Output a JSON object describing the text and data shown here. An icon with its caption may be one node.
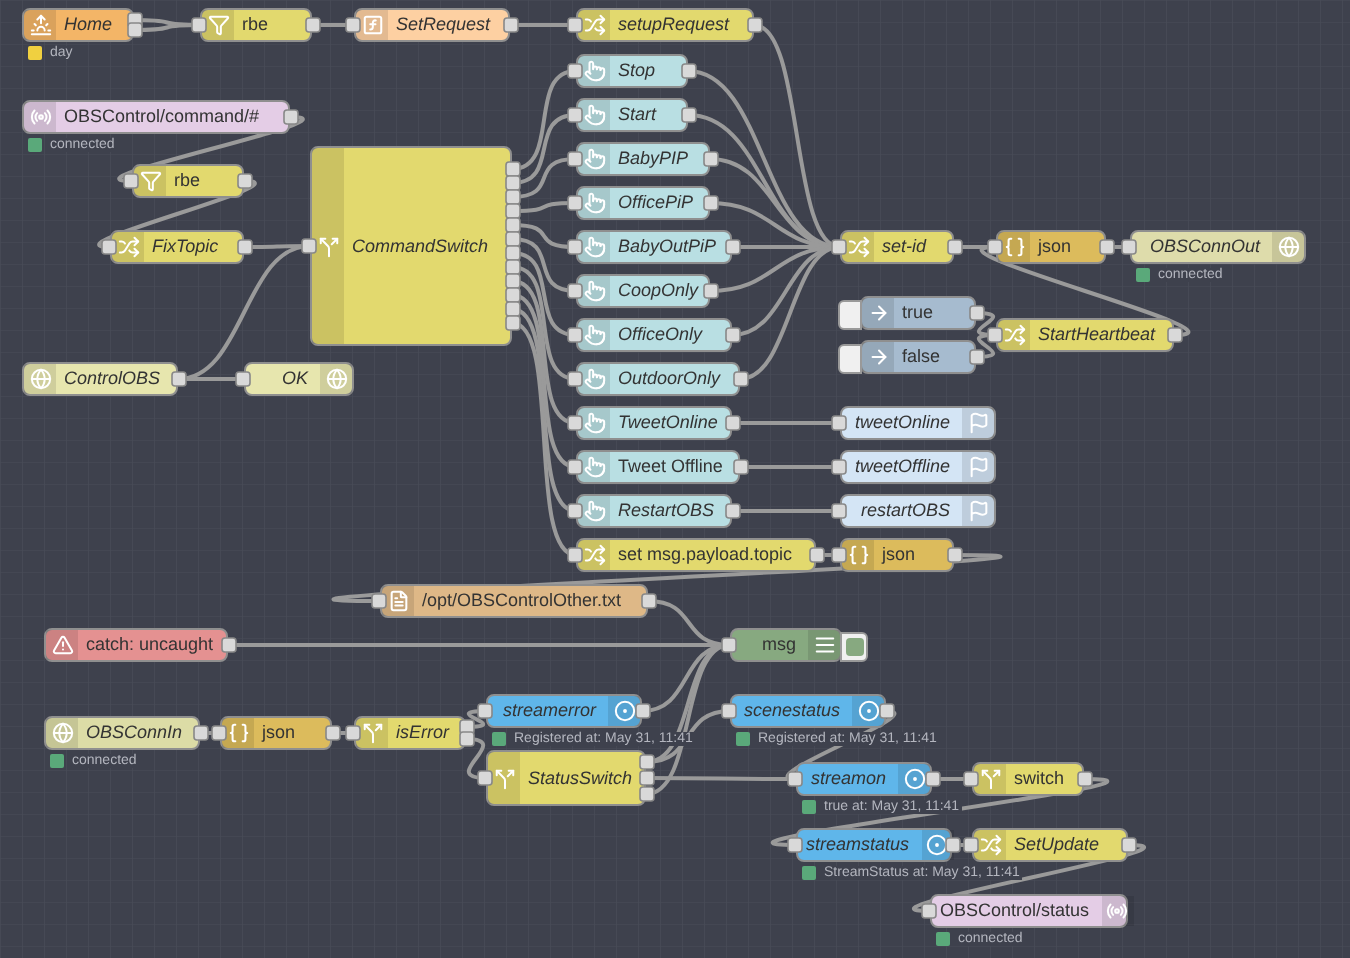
{
  "diagram": {
    "nodes": [
      {
        "text": [
          "Home"
        ],
        "beside": [
          "day"
        ]
      },
      {
        "text": [
          "rbe"
        ]
      },
      {
        "text": [
          "SetRequest"
        ]
      },
      {
        "text": [
          "setupRequest"
        ]
      },
      {
        "text": [
          "OBSControl/command/#"
        ],
        "beside": [
          "connected"
        ]
      },
      {
        "text": [
          "rbe"
        ]
      },
      {
        "text": [
          "FixTopic"
        ]
      },
      {
        "text": [
          "CommandSwitch"
        ]
      },
      {
        "text": [
          "ControlOBS"
        ]
      },
      {
        "text": [
          "OK"
        ]
      },
      {
        "text": [
          "Stop"
        ]
      },
      {
        "text": [
          "Start"
        ]
      },
      {
        "text": [
          "BabyPIP"
        ]
      },
      {
        "text": [
          "OfficePiP"
        ]
      },
      {
        "text": [
          "BabyOutPiP"
        ]
      },
      {
        "text": [
          "CoopOnly"
        ]
      },
      {
        "text": [
          "OfficeOnly"
        ]
      },
      {
        "text": [
          "OutdoorOnly"
        ]
      },
      {
        "text": [
          "TweetOnline"
        ]
      },
      {
        "text": [
          "Tweet Offline"
        ]
      },
      {
        "text": [
          "RestartOBS"
        ]
      },
      {
        "text": [
          "set msg.payload.topic"
        ]
      },
      {
        "text": [
          "set-id"
        ]
      },
      {
        "text": [
          "json"
        ]
      },
      {
        "text": [
          "OBSConnOut"
        ],
        "beside": [
          "connected"
        ]
      },
      {
        "text": [
          "true"
        ]
      },
      {
        "text": [
          "false"
        ]
      },
      {
        "text": [
          "StartHeartbeat"
        ]
      },
      {
        "text": [
          "tweetOnline"
        ]
      },
      {
        "text": [
          "tweetOffline"
        ]
      },
      {
        "text": [
          "restartOBS"
        ]
      },
      {
        "text": [
          "json"
        ]
      },
      {
        "text": [
          "/opt/OBSControlOther.txt"
        ]
      },
      {
        "text": [
          "catch: uncaught"
        ]
      },
      {
        "text": [
          "msg"
        ]
      },
      {
        "text": [
          "OBSConnIn"
        ],
        "beside": [
          "connected"
        ]
      },
      {
        "text": [
          "json"
        ]
      },
      {
        "text": [
          "isError"
        ]
      },
      {
        "text": [
          "streamerror"
        ],
        "beside": [
          "Registered at: May 31, 11:41"
        ]
      },
      {
        "text": [
          "StatusSwitch"
        ]
      },
      {
        "text": [
          "scenestatus"
        ],
        "beside": [
          "Registered at: May 31, 11:41"
        ]
      },
      {
        "text": [
          "streamon"
        ],
        "beside": [
          "true at: May 31, 11:41"
        ]
      },
      {
        "text": [
          "switch"
        ]
      },
      {
        "text": [
          "streamstatus"
        ],
        "beside": [
          "StreamStatus at: May 31, 11:41"
        ]
      },
      {
        "text": [
          "SetUpdate"
        ]
      },
      {
        "text": [
          "OBSControl/status"
        ],
        "beside": [
          "connected"
        ]
      }
    ],
    "edges": [
      {
        "from": 0,
        "to": 1,
        "arrow": "none"
      },
      {
        "from": 0,
        "to": 1,
        "arrow": "none"
      },
      {
        "from": 1,
        "to": 2,
        "arrow": "none"
      },
      {
        "from": 2,
        "to": 3,
        "arrow": "none"
      },
      {
        "from": 3,
        "to": 22,
        "arrow": "none"
      },
      {
        "from": 4,
        "to": 5,
        "arrow": "none"
      },
      {
        "from": 5,
        "to": 6,
        "arrow": "none"
      },
      {
        "from": 6,
        "to": 7,
        "arrow": "none"
      },
      {
        "from": 8,
        "to": 7,
        "arrow": "none"
      },
      {
        "from": 8,
        "to": 9,
        "arrow": "none"
      },
      {
        "from": 7,
        "to": 10,
        "arrow": "none"
      },
      {
        "from": 7,
        "to": 11,
        "arrow": "none"
      },
      {
        "from": 7,
        "to": 12,
        "arrow": "none"
      },
      {
        "from": 7,
        "to": 13,
        "arrow": "none"
      },
      {
        "from": 7,
        "to": 14,
        "arrow": "none"
      },
      {
        "from": 7,
        "to": 15,
        "arrow": "none"
      },
      {
        "from": 7,
        "to": 16,
        "arrow": "none"
      },
      {
        "from": 7,
        "to": 17,
        "arrow": "none"
      },
      {
        "from": 7,
        "to": 18,
        "arrow": "none"
      },
      {
        "from": 7,
        "to": 19,
        "arrow": "none"
      },
      {
        "from": 7,
        "to": 20,
        "arrow": "none"
      },
      {
        "from": 7,
        "to": 21,
        "arrow": "none"
      },
      {
        "from": 10,
        "to": 22,
        "arrow": "none"
      },
      {
        "from": 11,
        "to": 22,
        "arrow": "none"
      },
      {
        "from": 12,
        "to": 22,
        "arrow": "none"
      },
      {
        "from": 13,
        "to": 22,
        "arrow": "none"
      },
      {
        "from": 14,
        "to": 22,
        "arrow": "none"
      },
      {
        "from": 15,
        "to": 22,
        "arrow": "none"
      },
      {
        "from": 16,
        "to": 22,
        "arrow": "none"
      },
      {
        "from": 17,
        "to": 22,
        "arrow": "none"
      },
      {
        "from": 22,
        "to": 23,
        "arrow": "none"
      },
      {
        "from": 23,
        "to": 24,
        "arrow": "none"
      },
      {
        "from": 25,
        "to": 27,
        "arrow": "none"
      },
      {
        "from": 26,
        "to": 27,
        "arrow": "none"
      },
      {
        "from": 27,
        "to": 23,
        "arrow": "none"
      },
      {
        "from": 18,
        "to": 28,
        "arrow": "none"
      },
      {
        "from": 19,
        "to": 29,
        "arrow": "none"
      },
      {
        "from": 20,
        "to": 30,
        "arrow": "none"
      },
      {
        "from": 21,
        "to": 31,
        "arrow": "none"
      },
      {
        "from": 31,
        "to": 32,
        "arrow": "none"
      },
      {
        "from": 32,
        "to": 34,
        "arrow": "none"
      },
      {
        "from": 33,
        "to": 34,
        "arrow": "none"
      },
      {
        "from": 38,
        "to": 34,
        "arrow": "none"
      },
      {
        "from": 39,
        "to": 34,
        "arrow": "none"
      },
      {
        "from": 39,
        "to": 40,
        "arrow": "none"
      },
      {
        "from": 39,
        "to": 41,
        "arrow": "none"
      },
      {
        "from": 39,
        "to": 34,
        "arrow": "none"
      },
      {
        "from": 35,
        "to": 36,
        "arrow": "none"
      },
      {
        "from": 36,
        "to": 37,
        "arrow": "none"
      },
      {
        "from": 37,
        "to": 38,
        "arrow": "none"
      },
      {
        "from": 37,
        "to": 39,
        "arrow": "none"
      },
      {
        "from": 40,
        "to": 41,
        "arrow": "none"
      },
      {
        "from": 41,
        "to": 42,
        "arrow": "none"
      },
      {
        "from": 42,
        "to": 43,
        "arrow": "none"
      },
      {
        "from": 43,
        "to": 44,
        "arrow": "none"
      },
      {
        "from": 44,
        "to": 45,
        "arrow": "none"
      }
    ]
  }
}
